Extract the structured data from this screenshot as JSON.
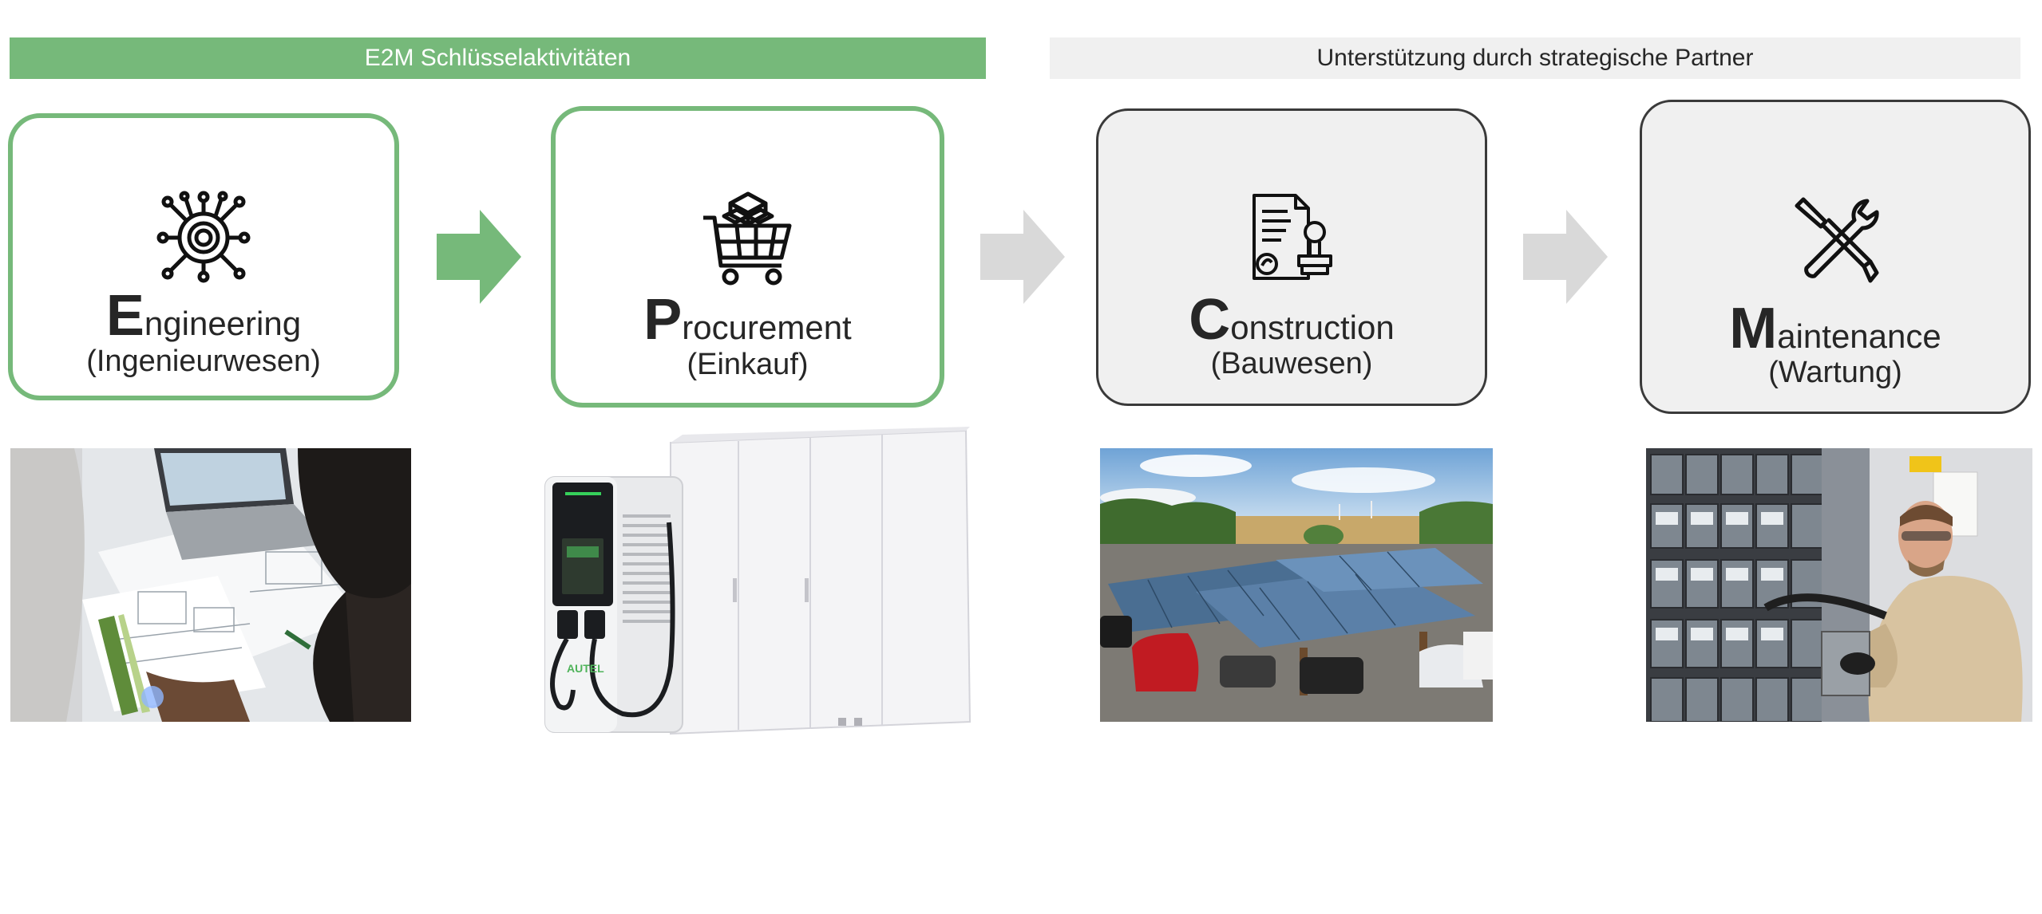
{
  "banners": {
    "key_activities": "E2M Schlüsselaktivitäten",
    "partners": "Unterstützung durch strategische Partner"
  },
  "steps": [
    {
      "initial": "E",
      "rest": "ngineering",
      "subtitle": "(Ingenieurwesen)",
      "icon": "gear-network-icon"
    },
    {
      "initial": "P",
      "rest": "rocurement",
      "subtitle": "(Einkauf)",
      "icon": "shopping-cart-icon"
    },
    {
      "initial": "C",
      "rest": "onstruction",
      "subtitle": "(Bauwesen)",
      "icon": "certified-document-icon"
    },
    {
      "initial": "M",
      "rest": "aintenance",
      "subtitle": "(Wartung)",
      "icon": "wrench-screwdriver-icon"
    }
  ],
  "charger_brand": "AUTEL",
  "colors": {
    "accent_green": "#76b97a",
    "grey_fill": "#f0f0f0",
    "arrow_grey": "#d9d9d9"
  }
}
